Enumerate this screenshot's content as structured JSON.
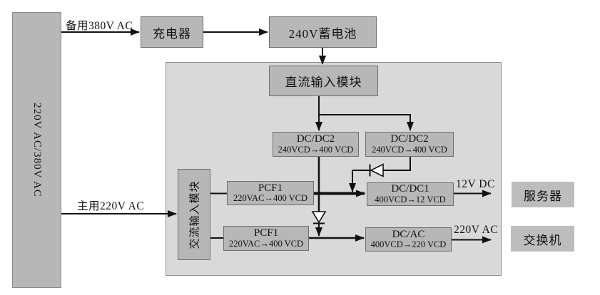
{
  "diagram_title": "UPS power distribution block diagram",
  "colors": {
    "module_fill": "#b7b7b7",
    "container_fill": "#d9d9d9",
    "endpoint_fill": "#bdbdbd",
    "border": "#6f6f6f",
    "line": "#111111",
    "background": "#ffffff"
  },
  "nodes": {
    "mains": {
      "label": "220V AC/380V AC"
    },
    "charger": {
      "label": "充电器"
    },
    "battery": {
      "label": "240V蓄电池"
    },
    "dc_input": {
      "label": "直流输入模块"
    },
    "ac_input": {
      "label": "交流输入模块"
    },
    "dcdc2_left": {
      "title": "DC/DC2",
      "spec": "240VCD→400 VCD"
    },
    "dcdc2_right": {
      "title": "DC/DC2",
      "spec": "240VCD→400 VCD"
    },
    "pcf1_top": {
      "title": "PCF1",
      "spec": "220VAC→400 VCD"
    },
    "pcf1_bottom": {
      "title": "PCF1",
      "spec": "220VAC→400 VCD"
    },
    "dcdc1": {
      "title": "DC/DC1",
      "spec": "400VCD→12 VCD"
    },
    "dcac": {
      "title": "DC/AC",
      "spec": "400VCD→220 VCD"
    },
    "server": {
      "label": "服务器"
    },
    "switch": {
      "label": "交换机"
    }
  },
  "edge_labels": {
    "backup_feed": "备用380V AC",
    "main_feed": "主用220V AC",
    "output_dc": "12V DC",
    "output_ac": "220V AC"
  }
}
